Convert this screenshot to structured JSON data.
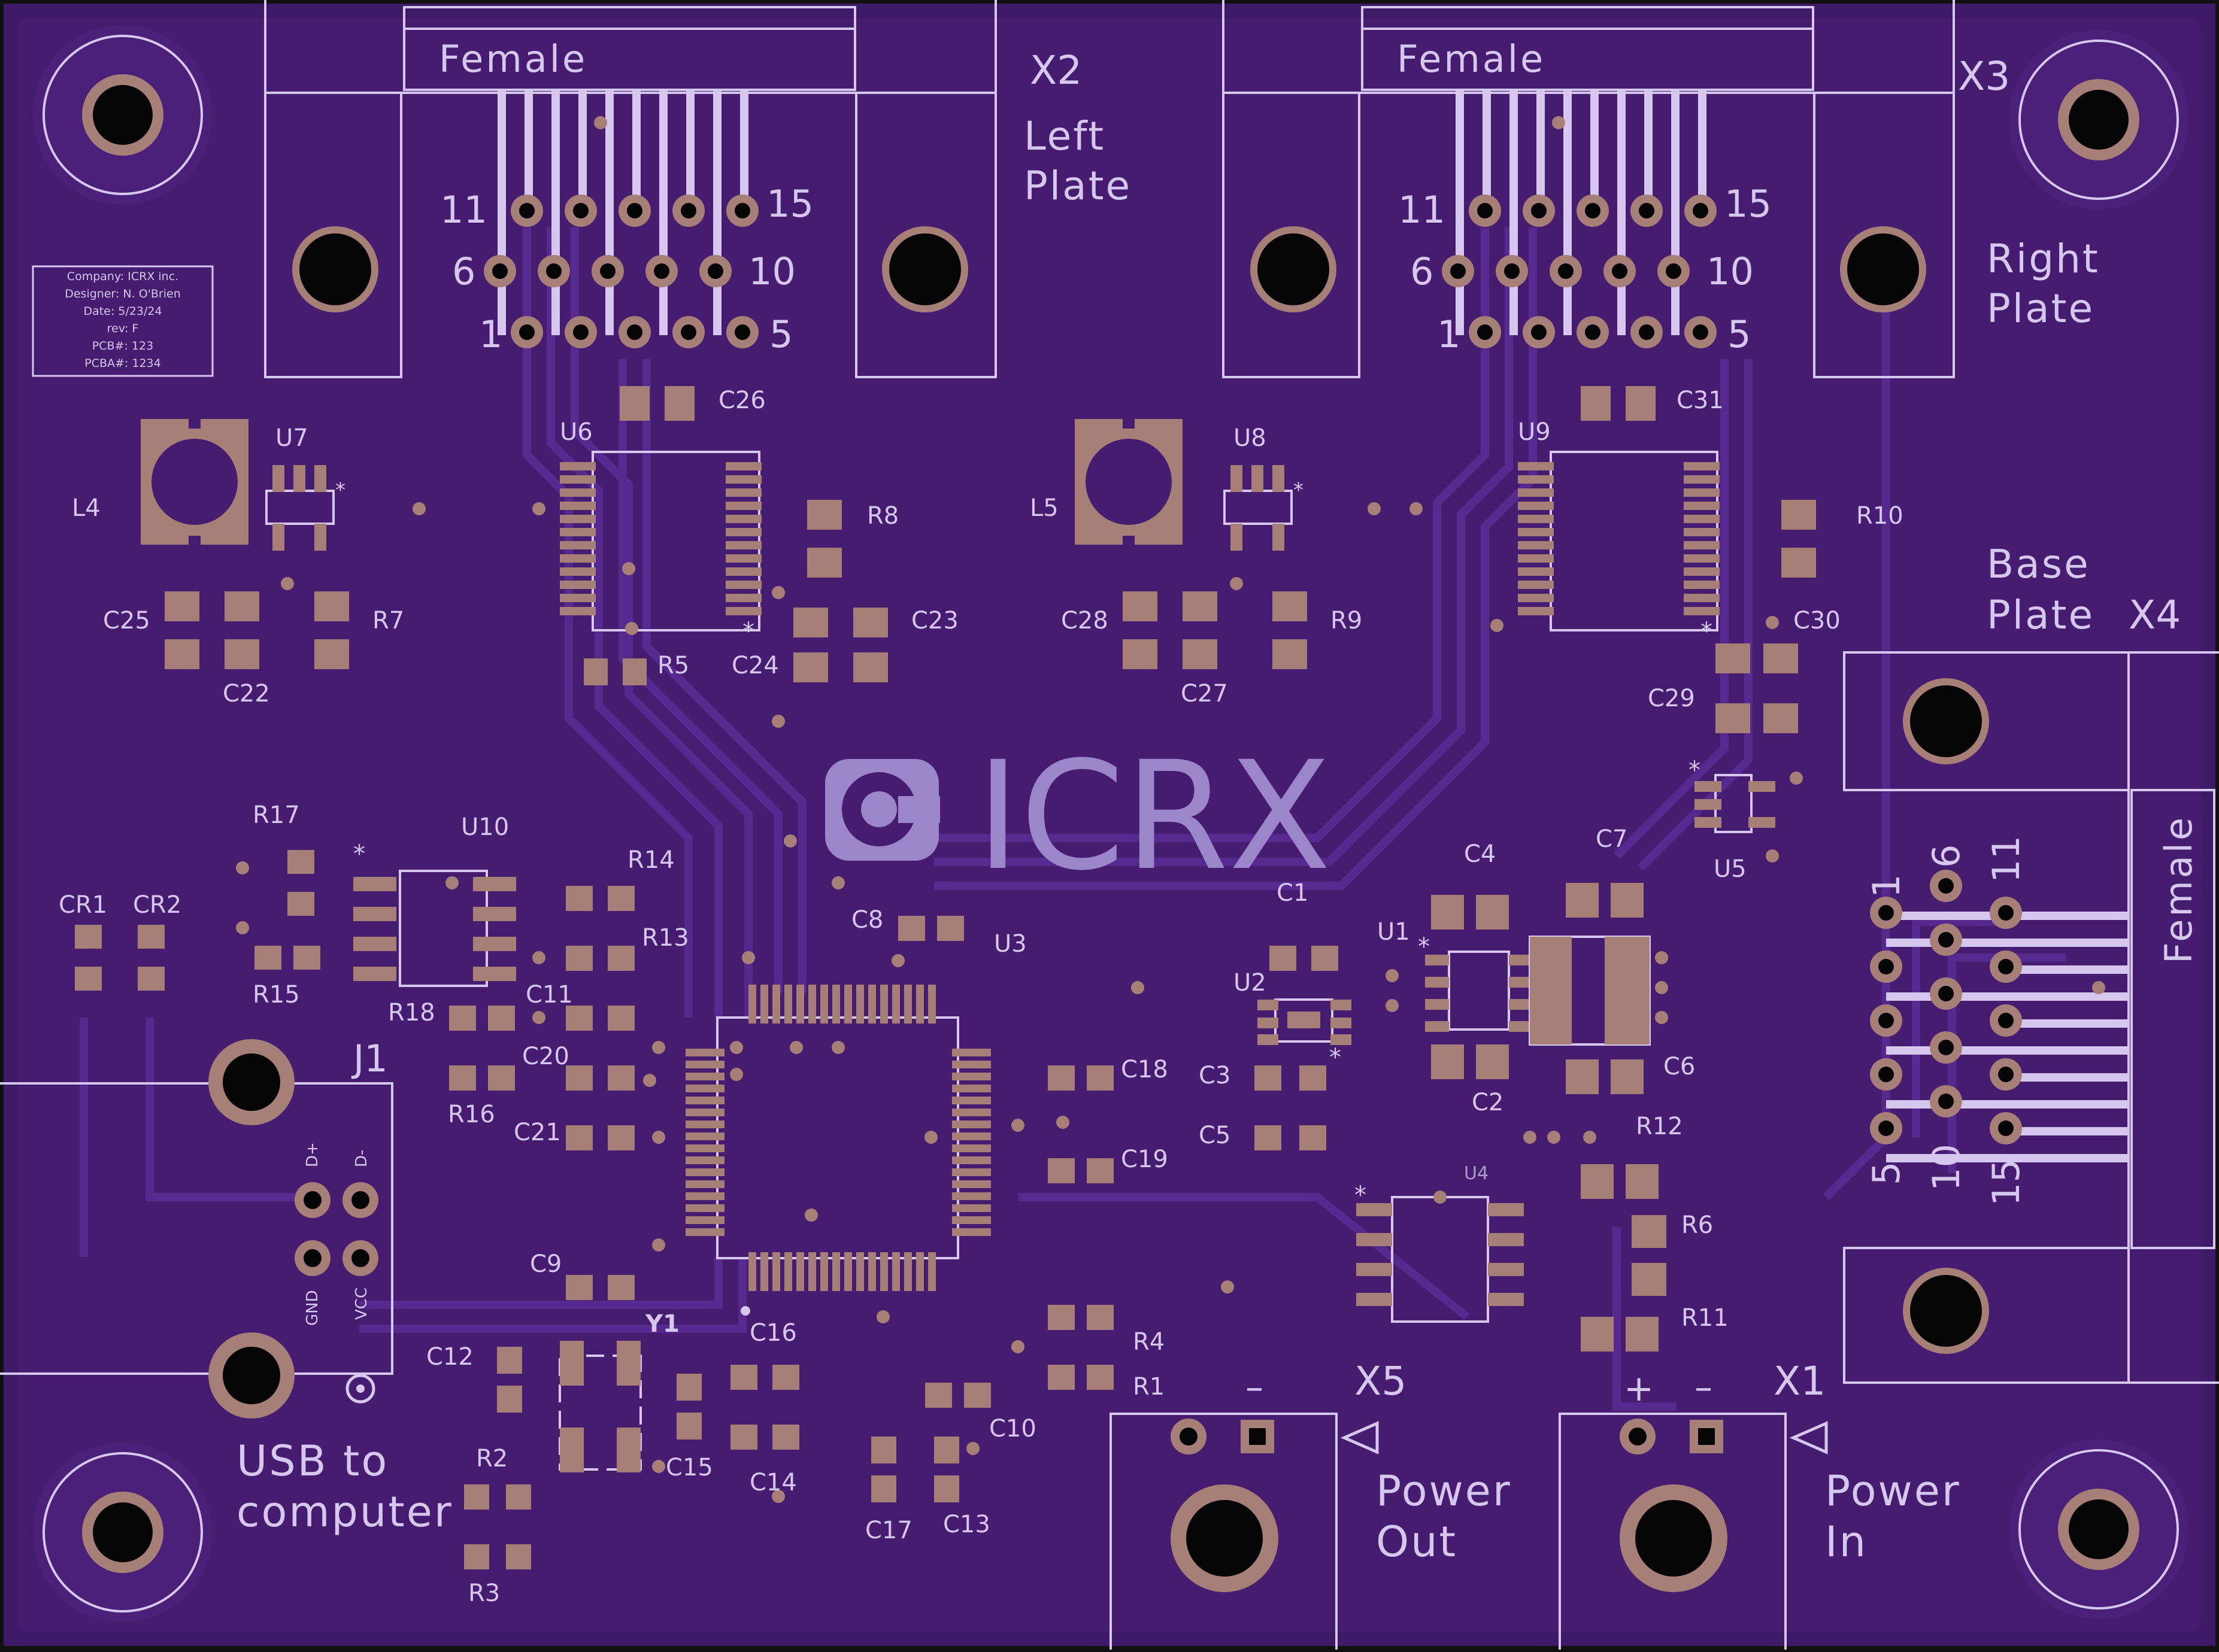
{
  "colors": {
    "board": "#3f1a68",
    "copper": "#4c2382",
    "trace": "#56298f",
    "silk": "#d6c7ee",
    "pad": "#a67f76",
    "hole": "#050505",
    "logo": "#9b86c9"
  },
  "logo": {
    "text": "ICRX"
  },
  "info_box": {
    "lines": [
      "Company: ICRX inc.",
      "Designer: N. O'Brien",
      "Date: 5/23/24",
      "rev: F",
      "PCB#: 123",
      "PCBA#: 1234"
    ]
  },
  "connectors": {
    "x2": {
      "ref": "X2",
      "gender": "Female",
      "name_line1": "Left",
      "name_line2": "Plate",
      "pin_11": "11",
      "pin_15": "15",
      "pin_6": "6",
      "pin_10": "10",
      "pin_1": "1",
      "pin_5": "5"
    },
    "x3": {
      "ref": "X3",
      "gender": "Female",
      "name_line1": "Right",
      "name_line2": "Plate",
      "pin_11": "11",
      "pin_15": "15",
      "pin_6": "6",
      "pin_10": "10",
      "pin_1": "1",
      "pin_5": "5"
    },
    "x4": {
      "ref": "X4",
      "gender": "Female",
      "name_line1": "Base",
      "name_line2": "Plate",
      "pin_1": "1",
      "pin_6": "6",
      "pin_11": "11",
      "pin_5": "5",
      "pin_10": "10",
      "pin_15": "15"
    },
    "j1": {
      "ref": "J1",
      "name_line1": "USB to",
      "name_line2": "computer",
      "d_plus": "D+",
      "d_minus": "D-",
      "gnd": "GND",
      "vcc": "VCC"
    },
    "x5": {
      "ref": "X5",
      "name_line1": "Power",
      "name_line2": "Out",
      "minus": "–"
    },
    "x1": {
      "ref": "X1",
      "name_line1": "Power",
      "name_line2": "In",
      "plus": "+",
      "minus": "–"
    }
  },
  "designators": {
    "U1": "U1",
    "U2": "U2",
    "U3": "U3",
    "U4": "U4",
    "U5": "U5",
    "U6": "U6",
    "U7": "U7",
    "U8": "U8",
    "U9": "U9",
    "U10": "U10",
    "Y1": "Y1",
    "L4": "L4",
    "L5": "L5",
    "CR1": "CR1",
    "CR2": "CR2",
    "R1": "R1",
    "R2": "R2",
    "R3": "R3",
    "R4": "R4",
    "R5": "R5",
    "R6": "R6",
    "R7": "R7",
    "R8": "R8",
    "R9": "R9",
    "R10": "R10",
    "R11": "R11",
    "R12": "R12",
    "R13": "R13",
    "R14": "R14",
    "R15": "R15",
    "R16": "R16",
    "R17": "R17",
    "R18": "R18",
    "C1": "C1",
    "C2": "C2",
    "C3": "C3",
    "C4": "C4",
    "C5": "C5",
    "C6": "C6",
    "C7": "C7",
    "C8": "C8",
    "C9": "C9",
    "C10": "C10",
    "C11": "C11",
    "C12": "C12",
    "C13": "C13",
    "C14": "C14",
    "C15": "C15",
    "C16": "C16",
    "C17": "C17",
    "C18": "C18",
    "C19": "C19",
    "C20": "C20",
    "C21": "C21",
    "C22": "C22",
    "C23": "C23",
    "C24": "C24",
    "C25": "C25",
    "C26": "C26",
    "C27": "C27",
    "C28": "C28",
    "C29": "C29",
    "C30": "C30",
    "C31": "C31"
  },
  "pin1_mark": "*"
}
